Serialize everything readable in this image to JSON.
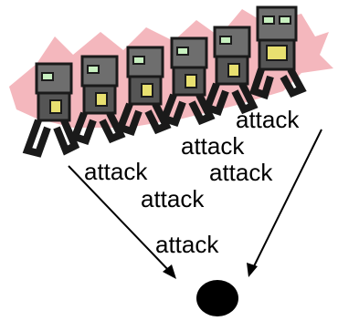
{
  "attack_labels": [
    "attack",
    "attack",
    "attack",
    "attack",
    "attack",
    "attack"
  ],
  "colors": {
    "background": "#ffffff",
    "burst": "#f4b7bd",
    "robot_body": "#6e6e6e",
    "robot_dark": "#1a1a1a",
    "eye": "#c8f0c0",
    "dial": "#e8e070",
    "arrow": "#000000",
    "target": "#000000"
  },
  "icons": [
    "robot-army-illustration",
    "arrow-icon",
    "target-dot-icon"
  ]
}
